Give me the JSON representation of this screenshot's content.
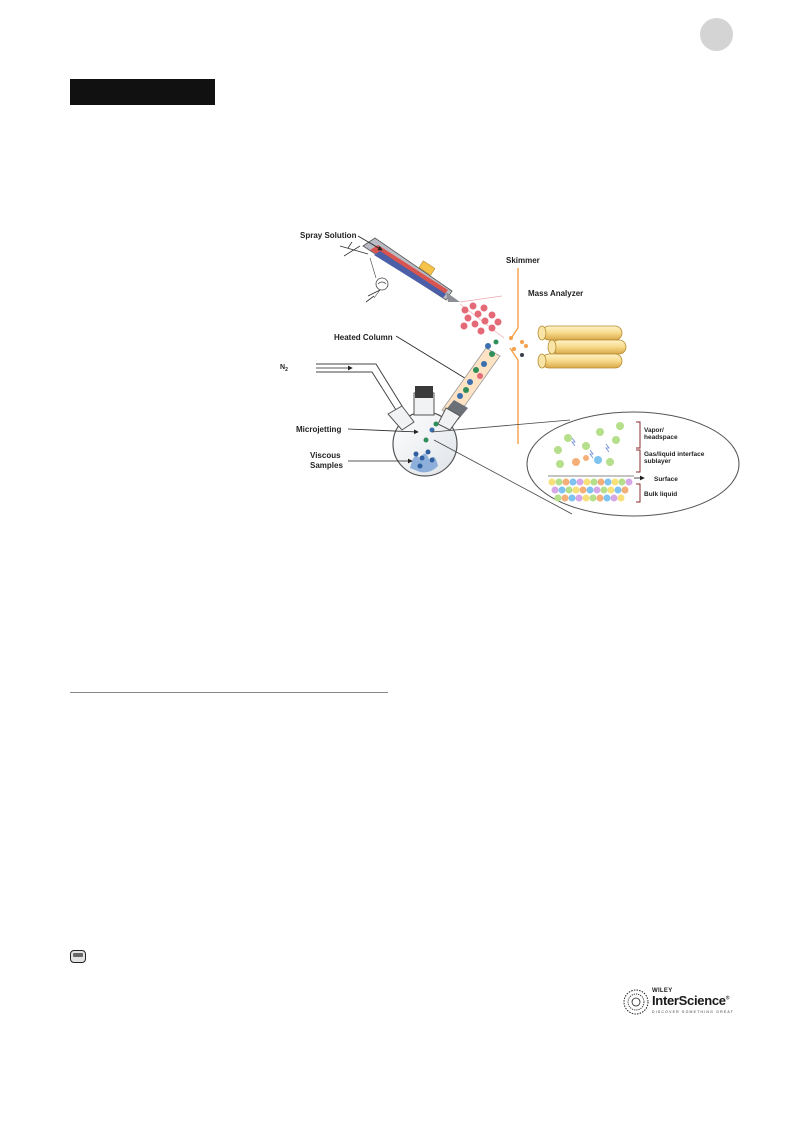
{
  "figure": {
    "labels": {
      "spray_solution": "Spray Solution",
      "skimmer": "Skimmer",
      "mass_analyzer": "Mass Analyzer",
      "heated_column": "Heated Column",
      "n2": "N",
      "n2_sub": "2",
      "microjetting": "Microjetting",
      "viscous_1": "Viscous",
      "viscous_2": "Samples",
      "vapor_1": "Vapor/",
      "vapor_2": "headspace",
      "gasliquid_1": "Gas/liquid interface",
      "gasliquid_2": "sublayer",
      "surface": "Surface",
      "bulk": "Bulk liquid"
    }
  },
  "logo": {
    "wiley": "WILEY",
    "brand": "InterScience",
    "registered": "®",
    "tagline": "DISCOVER SOMETHING GREAT"
  },
  "colors": {
    "section_bar": "#111111",
    "analyzer_rod": "#f7d98a",
    "droplet_red": "#e46a78",
    "spray_orange": "#f5a04a",
    "page_badge": "#d4d4d4"
  },
  "icons": {
    "color_figure": "color-figure-icon",
    "logo_globe": "globe-icon"
  }
}
